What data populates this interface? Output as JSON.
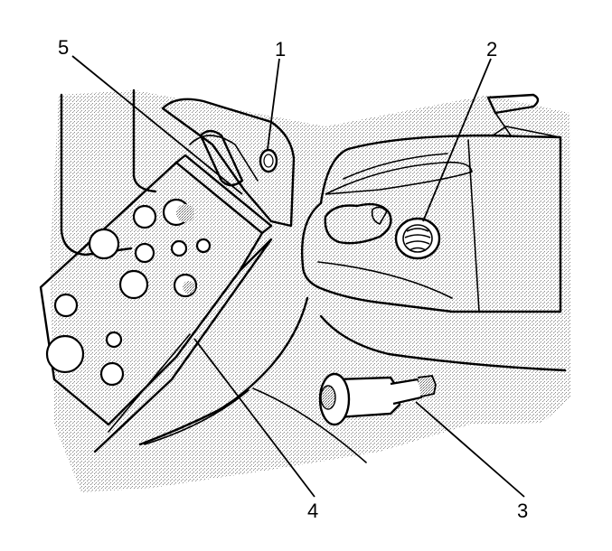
{
  "callouts": [
    {
      "id": "1",
      "label": "1"
    },
    {
      "id": "2",
      "label": "2"
    },
    {
      "id": "3",
      "label": "3"
    },
    {
      "id": "4",
      "label": "4"
    },
    {
      "id": "5",
      "label": "5"
    }
  ],
  "colors": {
    "line": "#000000",
    "shade": "#c8c8c8",
    "paper": "#ffffff"
  }
}
